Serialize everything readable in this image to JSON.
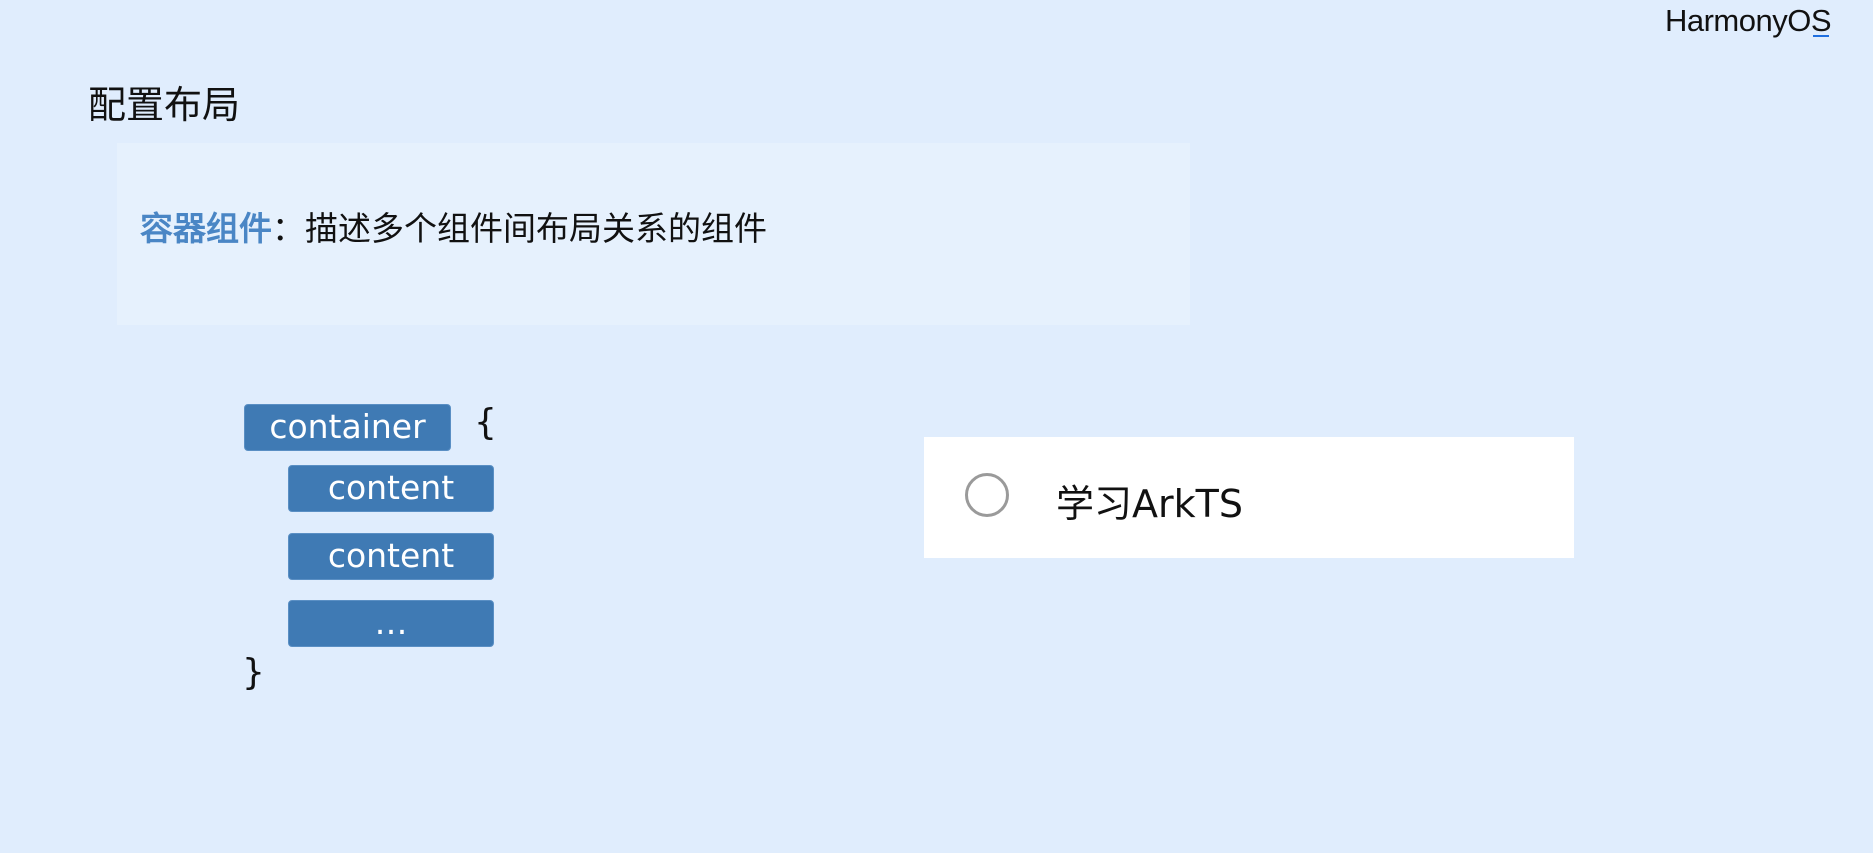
{
  "brand": {
    "logo_text_main": "HarmonyO",
    "logo_text_tail": "S"
  },
  "slide": {
    "title": "配置布局",
    "definition": {
      "term": "容器组件",
      "separator": "：",
      "description": "描述多个组件间布局关系的组件"
    },
    "code_diagram": {
      "container_label": "container",
      "open_brace": "{",
      "content_1": "content",
      "content_2": "content",
      "ellipsis": "…",
      "close_brace": "}"
    },
    "todo_item": {
      "label": "学习ArkTS",
      "checked": false
    }
  },
  "colors": {
    "background": "#e0edfd",
    "chip": "#3f7ab4",
    "term": "#4a86c5",
    "logo_accent": "#1f6fe0"
  }
}
